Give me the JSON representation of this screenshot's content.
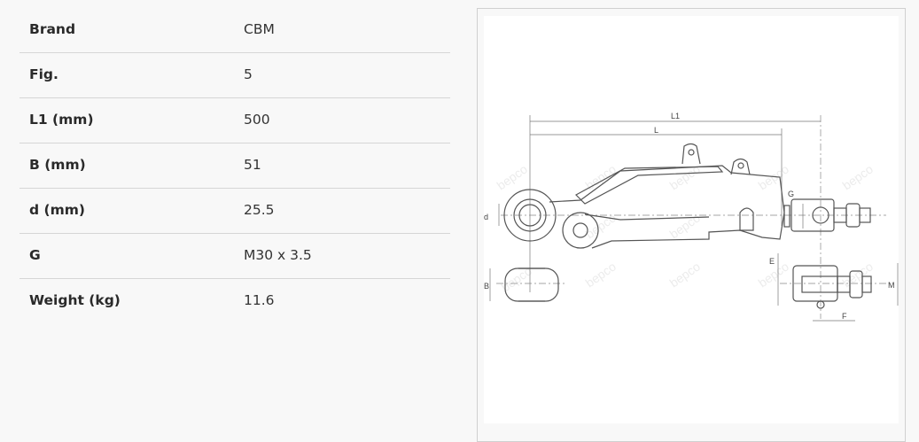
{
  "specs": [
    {
      "label": "Brand",
      "value": "CBM"
    },
    {
      "label": "Fig.",
      "value": "5"
    },
    {
      "label": "L1 (mm)",
      "value": "500"
    },
    {
      "label": "B (mm)",
      "value": "51"
    },
    {
      "label": "d (mm)",
      "value": "25.5"
    },
    {
      "label": "G",
      "value": "M30 x 3.5"
    },
    {
      "label": "Weight (kg)",
      "value": "11.6"
    }
  ],
  "drawing": {
    "dims": {
      "L1": "L1",
      "L": "L",
      "d": "d",
      "G": "G",
      "B": "B",
      "E": "E",
      "F": "F",
      "M": "M"
    },
    "watermark": "bepco"
  }
}
